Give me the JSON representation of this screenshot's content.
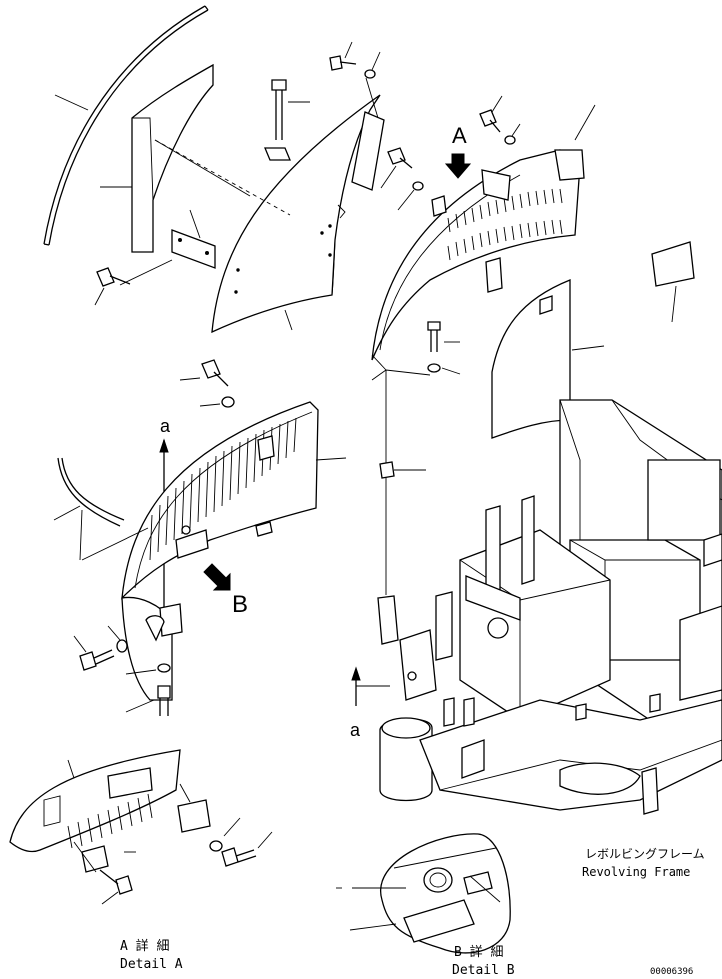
{
  "view_labels": {
    "view_a": "A",
    "view_b": "B",
    "arrow_a_top": "a",
    "arrow_a_bottom": "a"
  },
  "captions": {
    "detail_a_jp": "A 詳 細",
    "detail_a_en": "Detail A",
    "detail_b_jp": "B 詳 細",
    "detail_b_en": "Detail B",
    "frame_jp": "レボルビングフレーム",
    "frame_en": "Revolving Frame"
  },
  "drawing_number": "00006396"
}
